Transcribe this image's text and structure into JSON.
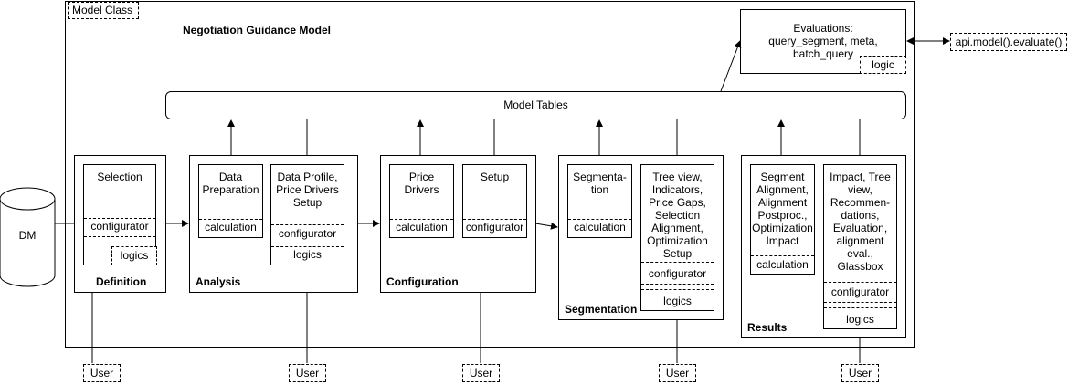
{
  "frame_label": "Model Class",
  "title": "Negotiation Guidance Model",
  "model_tables": "Model Tables",
  "evaluations": {
    "text": [
      "Evaluations:",
      "query_segment, meta,",
      "batch_query"
    ],
    "logic": "logic"
  },
  "api": "api.model().evaluate()",
  "dm": "DM",
  "stages": {
    "definition": {
      "title": "Definition",
      "selection": "Selection",
      "configurator": "configurator",
      "logics": "logics"
    },
    "analysis": {
      "title": "Analysis",
      "data_prep": [
        "Data",
        "Preparation"
      ],
      "data_prep_calc": "calculation",
      "profile": [
        "Data Profile,",
        "Price Drivers",
        "Setup"
      ],
      "profile_config": "configurator",
      "profile_logics": "logics"
    },
    "configuration": {
      "title": "Configuration",
      "price_drivers": [
        "Price",
        "Drivers"
      ],
      "price_calc": "calculation",
      "setup": "Setup",
      "setup_config": "configurator"
    },
    "segmentation": {
      "title": "Segmentation",
      "segmentation_box": [
        "Segmenta-",
        "tion"
      ],
      "seg_calc": "calculation",
      "tree": [
        "Tree view,",
        "Indicators,",
        "Price Gaps,",
        "Selection",
        "Alignment,",
        "Optimization",
        "Setup"
      ],
      "tree_config": "configurator",
      "tree_logics": "logics"
    },
    "results": {
      "title": "Results",
      "alignment": [
        "Segment",
        "Alignment,",
        "Alignment",
        "Postproc.,",
        "Optimization",
        "Impact"
      ],
      "align_calc": "calculation",
      "impact": [
        "Impact, Tree",
        "view,",
        "Recommen-",
        "dations,",
        "Evaluation,",
        "alignment",
        "eval.,",
        "Glassbox"
      ],
      "impact_config": "configurator",
      "impact_logics": "logics"
    }
  },
  "user_label": "User"
}
